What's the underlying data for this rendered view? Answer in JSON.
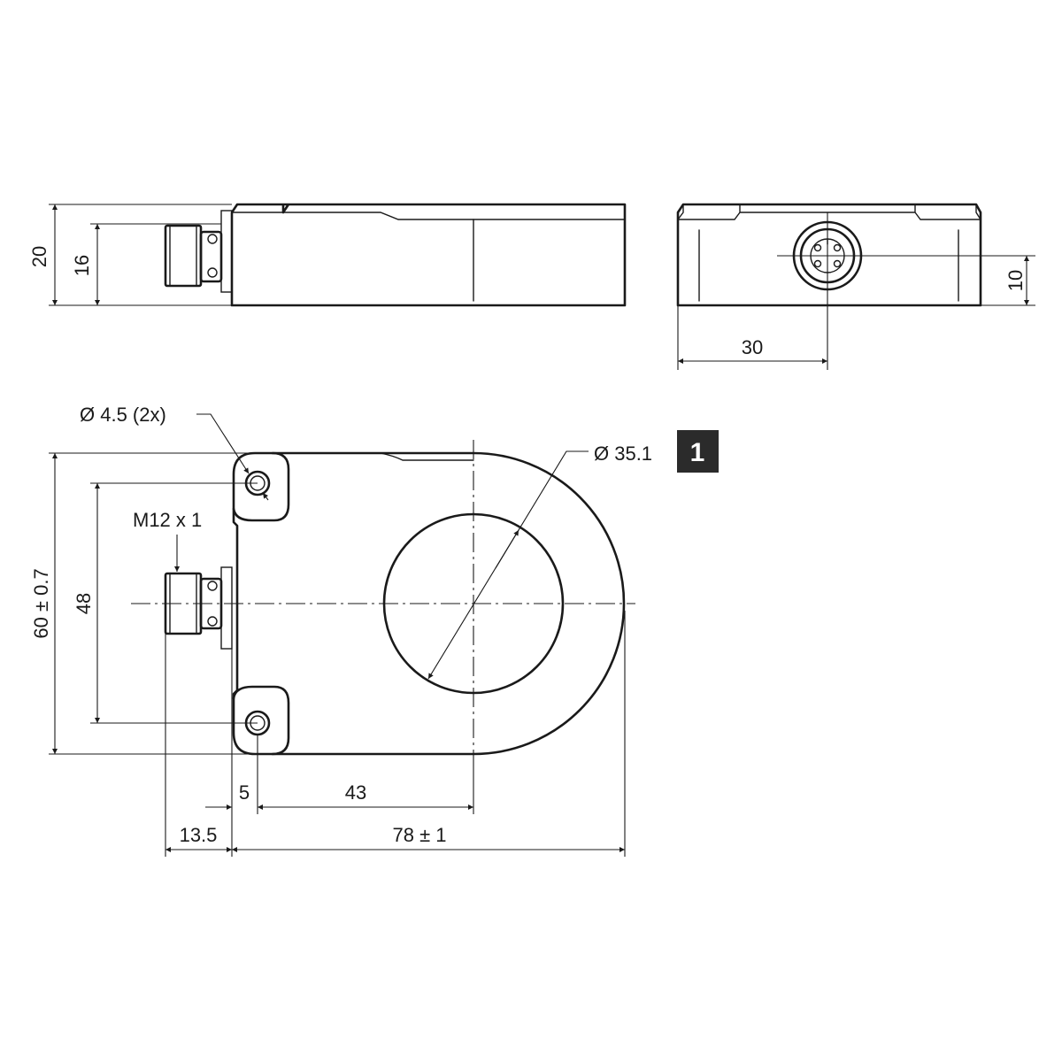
{
  "side_view": {
    "height_total": "20",
    "height_inner": "16"
  },
  "end_view": {
    "connector_height": "10",
    "connector_offset": "30"
  },
  "top_view": {
    "hole_label": "Ø 4.5 (2x)",
    "connector_label": "M12 x 1",
    "bore_label": "Ø 35.1",
    "note_badge": "1",
    "height_total": "60 ± 0.7",
    "hole_spacing": "48",
    "dim_5": "5",
    "dim_43": "43",
    "dim_13_5": "13.5",
    "dim_78": "78 ± 1"
  },
  "colors": {
    "line": "#1a1a1a",
    "badge_bg": "#2b2b2b",
    "badge_text": "#ffffff",
    "background": "#ffffff"
  }
}
